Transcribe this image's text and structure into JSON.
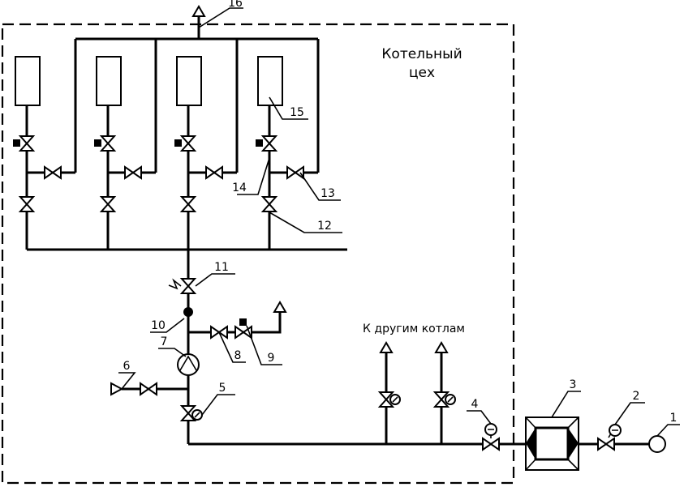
{
  "title_line1": "Котельный",
  "title_line2": "цех",
  "note": "К другим котлам",
  "labels": {
    "n1": "1",
    "n2": "2",
    "n3": "3",
    "n4": "4",
    "n5": "5",
    "n6": "6",
    "n7": "7",
    "n8": "8",
    "n9": "9",
    "n10": "10",
    "n11": "11",
    "n12": "12",
    "n13": "13",
    "n14": "14",
    "n15": "15",
    "n16": "16"
  }
}
